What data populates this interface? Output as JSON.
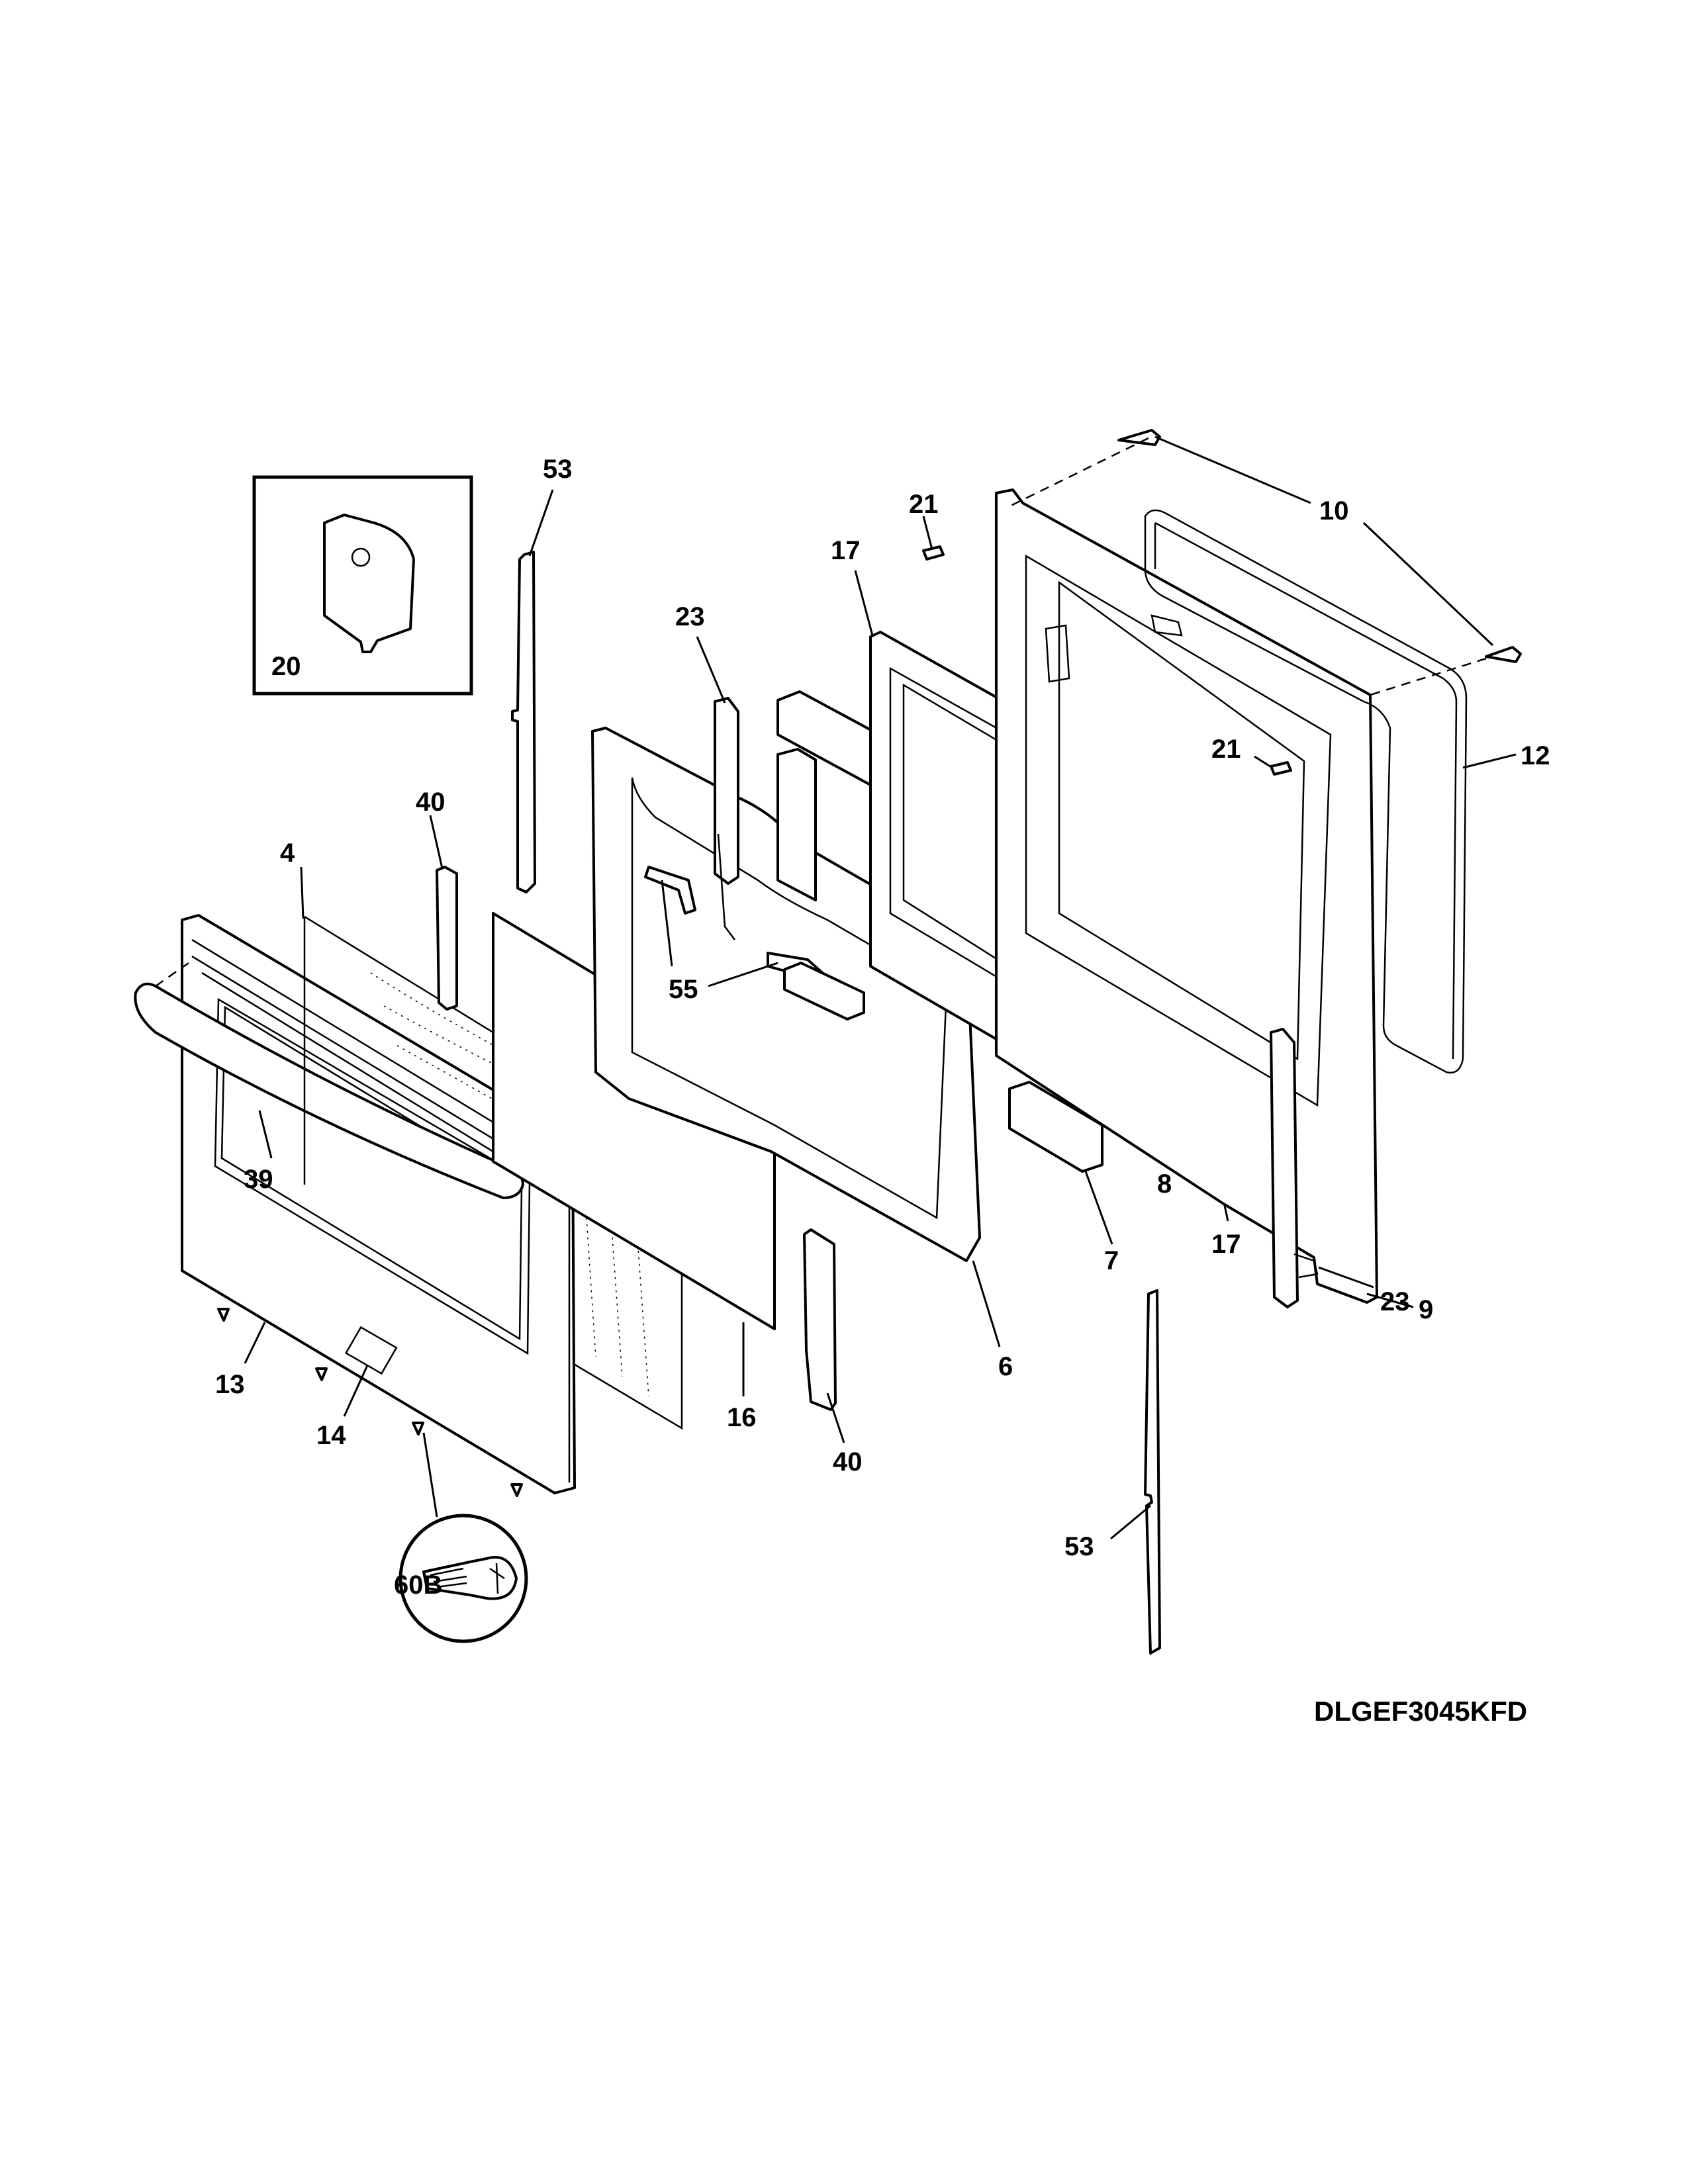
{
  "callouts": {
    "c53_top": "53",
    "c20": "20",
    "c21_top": "21",
    "c17_top": "17",
    "c23_top": "23",
    "c10": "10",
    "c12": "12",
    "c21_mid": "21",
    "c40_top": "40",
    "c4": "4",
    "c55": "55",
    "c9": "9",
    "c39": "39",
    "c8": "8",
    "c7": "7",
    "c17_bottom": "17",
    "c23_bottom": "23",
    "c6": "6",
    "c13": "13",
    "c16": "16",
    "c40_bottom": "40",
    "c14": "14",
    "c53_bottom": "53",
    "c60b": "60B"
  },
  "model_number": "DLGEF3045KFD"
}
